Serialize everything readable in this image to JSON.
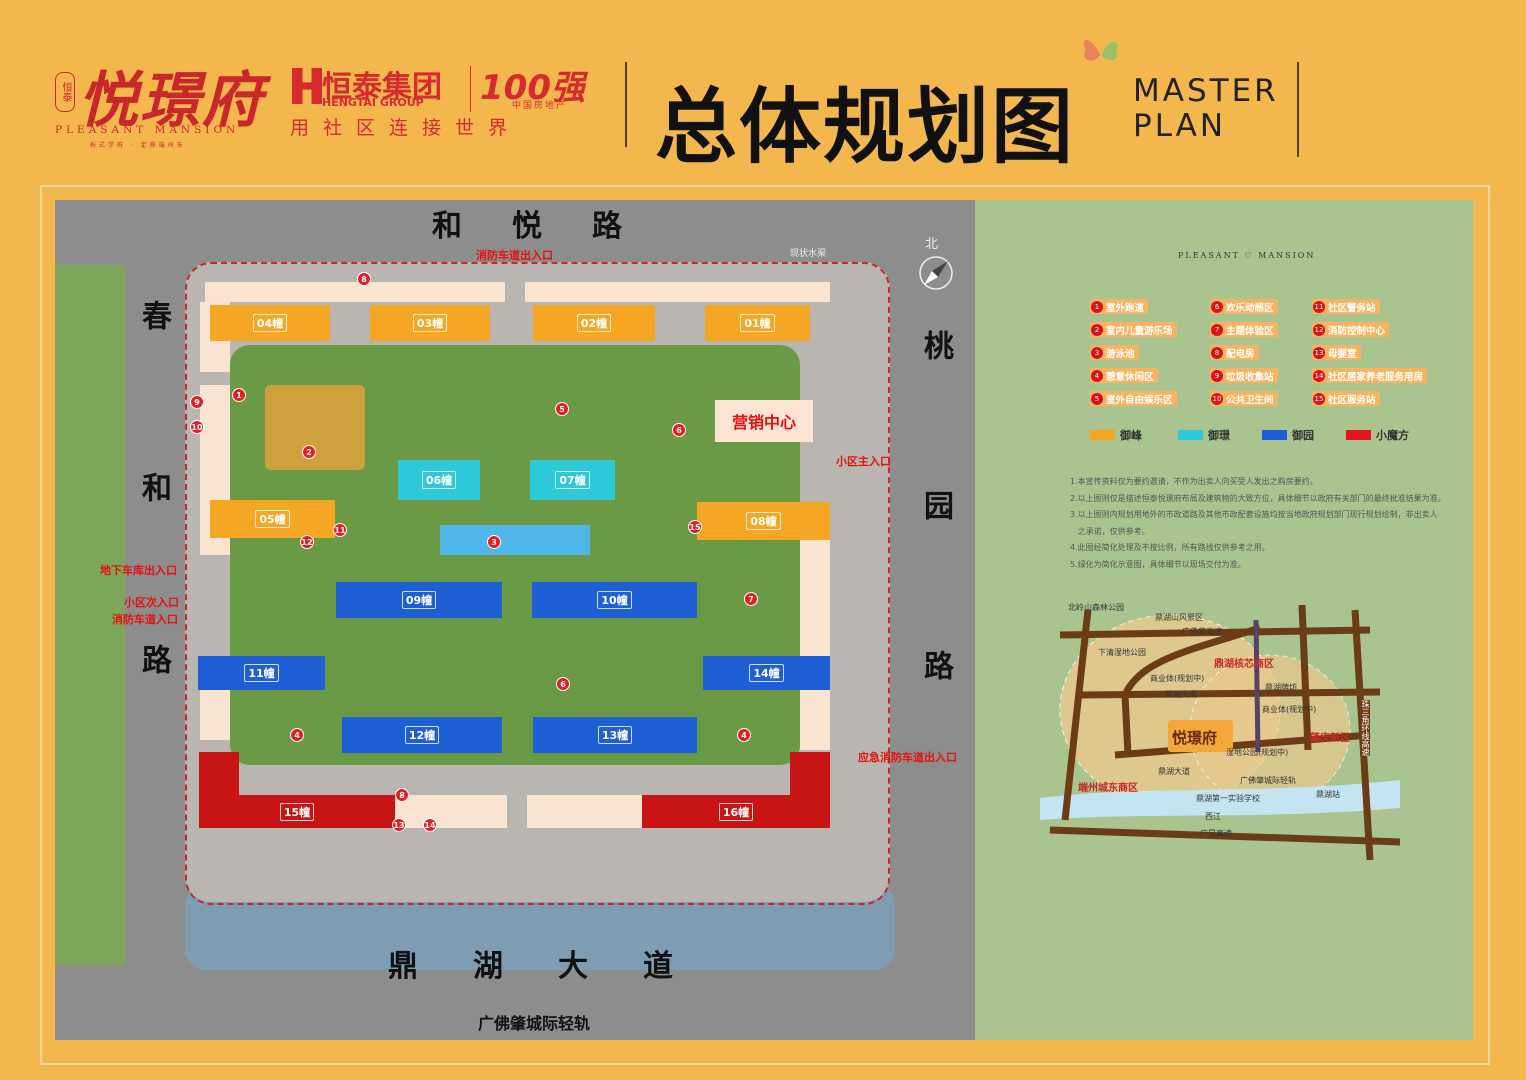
{
  "header": {
    "logo_seal": "恒泰",
    "logo_name": "悦璟府",
    "logo_en": "PLEASANT MANSION",
    "logo_tagline": "栎式学府 · 定鼎端州东",
    "group_cn": "恒泰集团",
    "group_en": "HENGTAI GROUP",
    "rank": "100强",
    "rank_sub": "中国房地产",
    "slogan": "用社区连接世界",
    "title_cn": "总体规划图",
    "title_en_1": "MASTER",
    "title_en_2": "PLAN"
  },
  "roads": {
    "north": "和悦路",
    "west": "春和路",
    "east": "桃园路",
    "south": "鼎湖大道",
    "rail": "广佛肇城际轻轨",
    "canal": "现状水渠",
    "north_arrow": "北"
  },
  "entrances": {
    "north_fire": "消防车道出入口",
    "main": "小区主入口",
    "garage": "地下车库出入口",
    "secondary": "小区次入口",
    "fire_in": "消防车道入口",
    "emergency": "应急消防车道出入口"
  },
  "sales_center": "营销中心",
  "buildings": [
    "04幢",
    "03幢",
    "02幢",
    "01幢",
    "05幢",
    "08幢",
    "06幢",
    "07幢",
    "09幢",
    "10幢",
    "11幢",
    "14幢",
    "12幢",
    "13幢",
    "15幢",
    "16幢"
  ],
  "markers": [
    "1",
    "2",
    "3",
    "4",
    "4",
    "5",
    "6",
    "6",
    "7",
    "8",
    "8",
    "9",
    "10",
    "11",
    "12",
    "13",
    "14",
    "15"
  ],
  "legend": {
    "brand": "PLEASANT ♡ MANSION",
    "items": [
      {
        "n": "1",
        "label": "室外跑道"
      },
      {
        "n": "2",
        "label": "室内儿童游乐场"
      },
      {
        "n": "3",
        "label": "游泳池"
      },
      {
        "n": "4",
        "label": "憩意休闲区"
      },
      {
        "n": "5",
        "label": "室外自由娱乐区"
      },
      {
        "n": "6",
        "label": "欢乐动感区"
      },
      {
        "n": "7",
        "label": "主题体验区"
      },
      {
        "n": "8",
        "label": "配电房"
      },
      {
        "n": "9",
        "label": "垃圾收集站"
      },
      {
        "n": "10",
        "label": "公共卫生间"
      },
      {
        "n": "11",
        "label": "社区警务站"
      },
      {
        "n": "12",
        "label": "消防控制中心"
      },
      {
        "n": "13",
        "label": "母婴室"
      },
      {
        "n": "14",
        "label": "社区居家养老服务用房"
      },
      {
        "n": "15",
        "label": "社区服务站"
      }
    ],
    "types": [
      {
        "label": "御峰",
        "color": "#F5A623"
      },
      {
        "label": "御璟",
        "color": "#2EC9D8"
      },
      {
        "label": "御园",
        "color": "#1E5FD6"
      },
      {
        "label": "小魔方",
        "color": "#E8141B"
      }
    ]
  },
  "notes": [
    "1.本宣传资料仅为要约邀请，不作为出卖人向买受人发出之购房要约。",
    "2.以上图则仅是描述恒泰悦璟府布局及建筑物的大致方位，具体细节以政府有关部门的最终批准结果为准。",
    "3.以上图则内规划用地外的市政道路及其他市政配套设施均按当地政府规划部门现行规划绘制，非出卖人",
    "   之承诺，仅供参考。",
    "4.此图经简化处理及不按比例，所有路线仅供参考之用。",
    "5.绿化为简化示意图，具体细节以现场交付为准。"
  ],
  "location_map": {
    "labels": [
      "北岭山森林公园",
      "鼎湖山风景区",
      "广佛肇高速",
      "下清湿地公园",
      "鼎湖核芯商区",
      "商业体(规划中)",
      "星湖大道",
      "鼎湖牌坊",
      "商业体(规划中)",
      "湿地公园(规划中)",
      "肇庆新区",
      "珠三角环线高速",
      "鼎湖大道",
      "广佛肇城际轻轨",
      "端州城东商区",
      "鼎湖第一实验学校",
      "鼎湖站",
      "西江",
      "广昆高速"
    ],
    "project": "悦璟府"
  }
}
